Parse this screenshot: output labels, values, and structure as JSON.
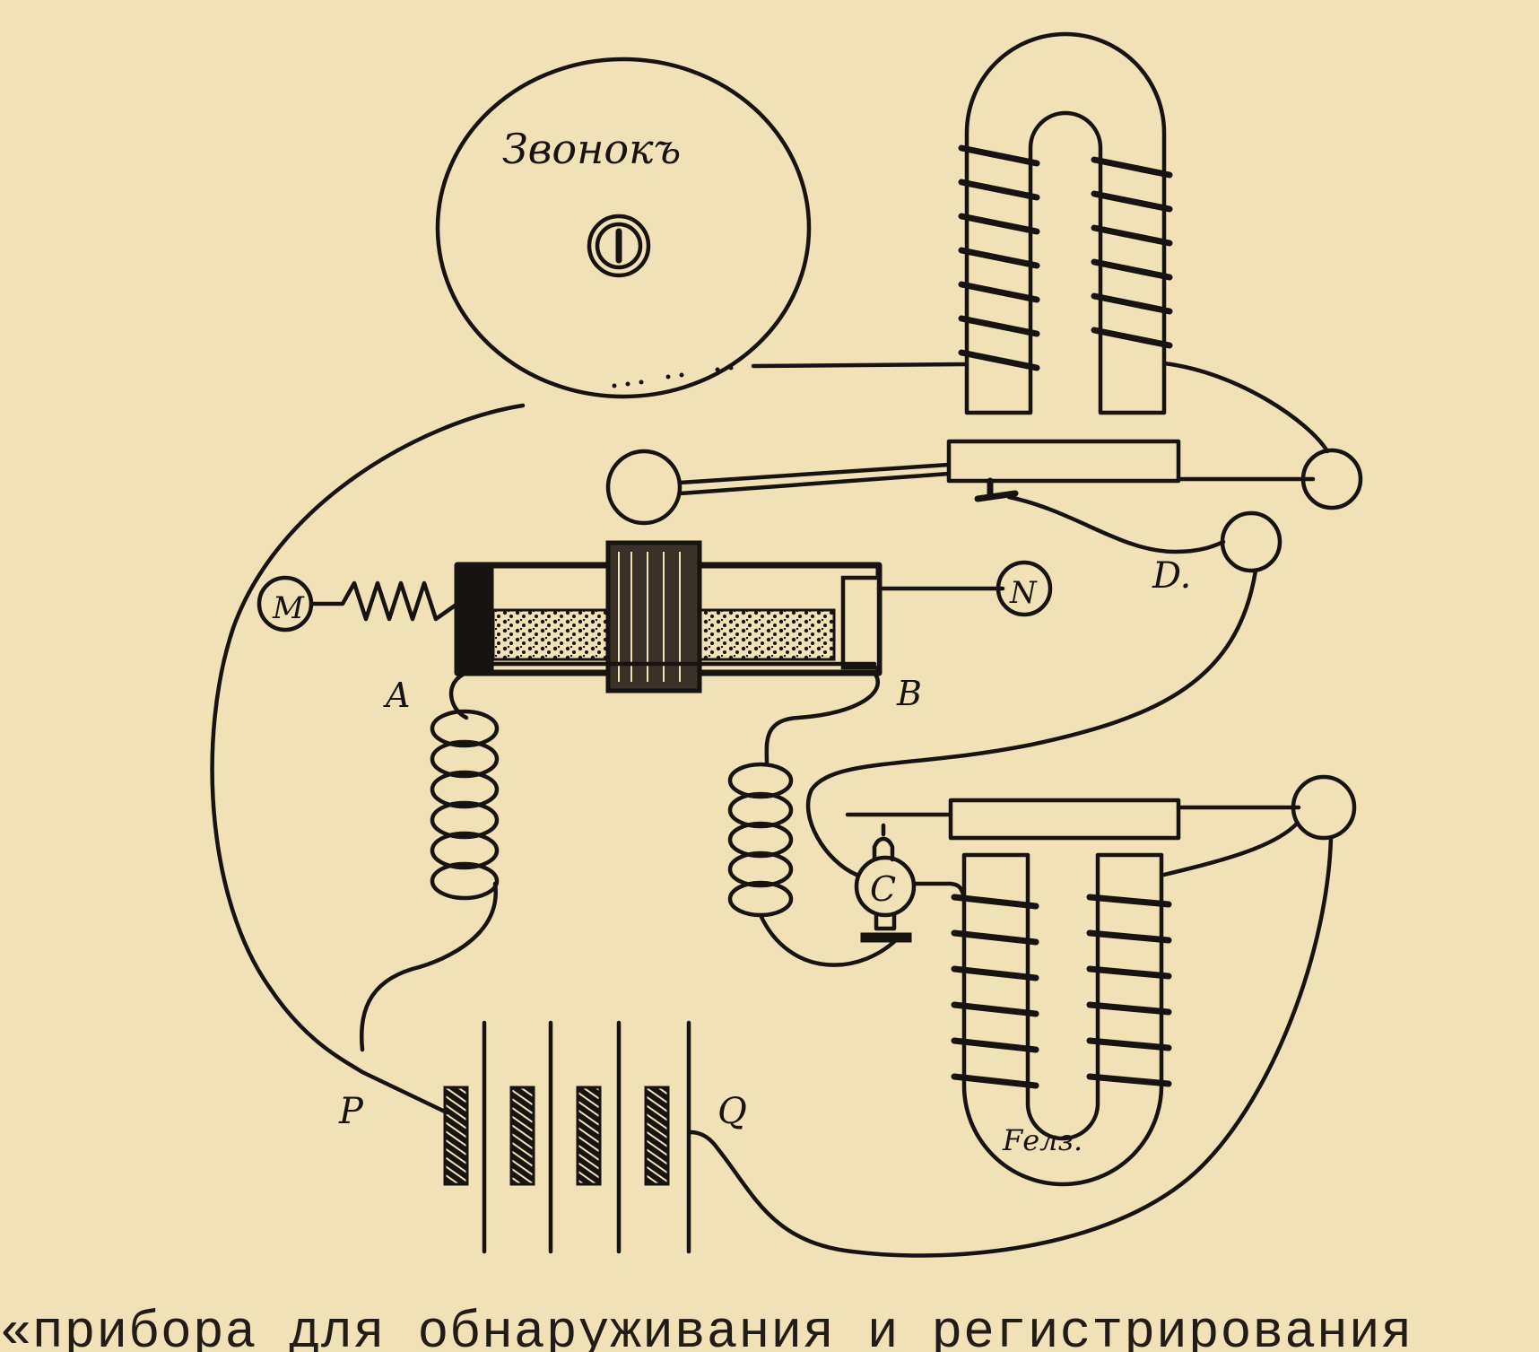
{
  "labels": {
    "bell": "Звонокъ",
    "terminal_m": "M",
    "terminal_n": "N",
    "terminal_a": "A",
    "terminal_b": "B",
    "terminal_c": "C",
    "terminal_d": "D.",
    "terminal_p": "P",
    "terminal_q": "Q",
    "iron_core": "Fелз."
  },
  "caption": "«прибора для обнаруживания и регистрирования"
}
